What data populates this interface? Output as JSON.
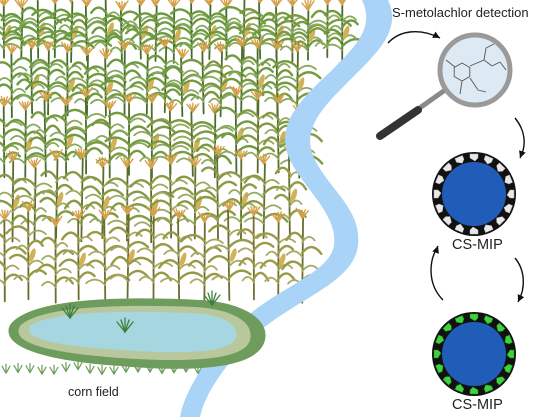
{
  "labels": {
    "title": "S-metolachlor detection",
    "cs_mip_top": "CS-MIP",
    "cs_mip_bottom": "CS-MIP",
    "corn_field": "corn field"
  },
  "colors": {
    "river": "#a9d3f7",
    "pond_water": "#a6d6e0",
    "pond_rim": "#b9c79c",
    "grass": "#6d9c5c",
    "stalk_green": "#6b9a3e",
    "stalk_tan": "#b59a4c",
    "tassel": "#d4a14a",
    "cob": "#d3b158",
    "core": "#1f5db8",
    "shell": "#111111",
    "empty_site": "#e8e8e8",
    "filled_site": "#3fd23f",
    "arrow": "#111111",
    "lens": "#dde9f3",
    "handle": "#333333"
  },
  "icons": {
    "magnifier": "magnifier-icon",
    "molecule": "molecule-icon",
    "field": "corn-field-illustration"
  }
}
